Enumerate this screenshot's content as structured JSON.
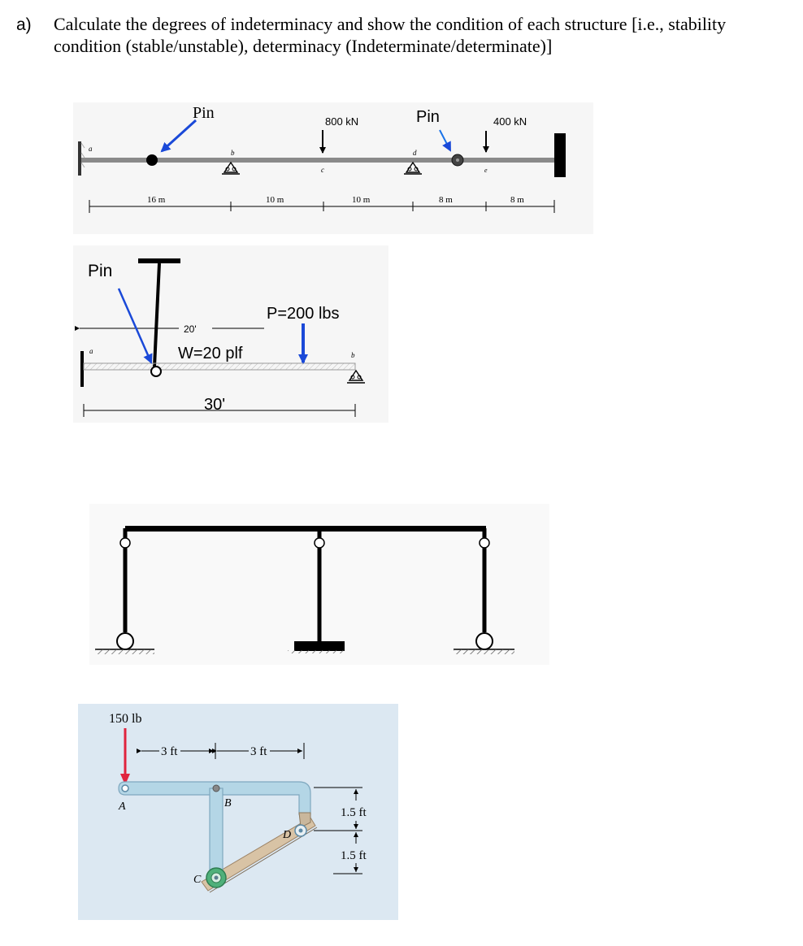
{
  "question": {
    "label": "a)",
    "line1": "Calculate the degrees of indeterminacy and show the condition of each structure [i.e., stability",
    "line2": "condition (stable/unstable), determinacy (Indeterminate/determinate)]"
  },
  "structure1": {
    "pin_label_left": "Pin",
    "pin_label_right": "Pin",
    "load_c": "800 kN",
    "load_e": "400 kN",
    "points": {
      "a": "a",
      "b": "b",
      "c": "c",
      "d": "d",
      "e": "e"
    },
    "dims": [
      "16 m",
      "10 m",
      "10 m",
      "8 m",
      "8 m"
    ]
  },
  "structure2": {
    "pin_label": "Pin",
    "load_p": "P=200 lbs",
    "load_w": "W=20 plf",
    "dim_20": "20'",
    "dim_30": "30'",
    "points": {
      "a": "a",
      "b": "b"
    }
  },
  "structure4": {
    "load": "150 lb",
    "dim_1": "3 ft",
    "dim_2": "3 ft",
    "dim_3": "1.5 ft",
    "dim_4": "1.5 ft",
    "points": {
      "A": "A",
      "B": "B",
      "C": "C",
      "D": "D"
    },
    "colors": {
      "background": "#dce8f2",
      "member": "#b4d6e6",
      "load_arrow": "#e0243e",
      "incline": "#d8c3a5"
    }
  }
}
